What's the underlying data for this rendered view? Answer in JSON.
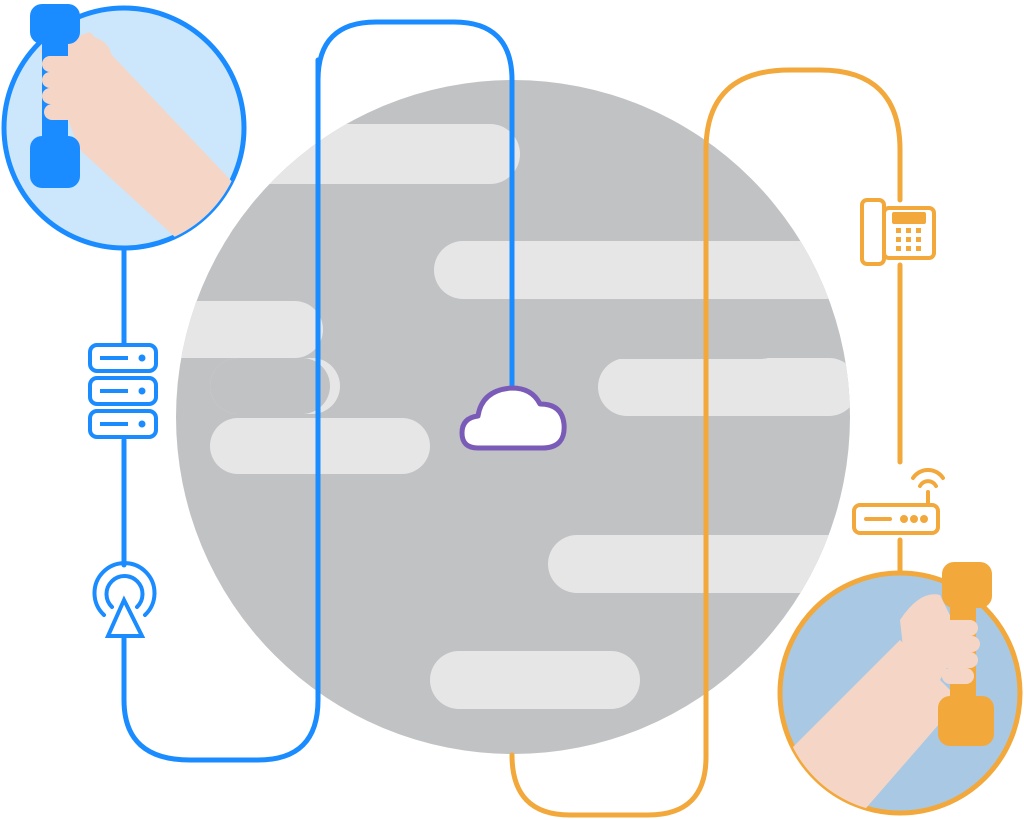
{
  "colors": {
    "background": "#ffffff",
    "globe": "#c1c2c4",
    "globe_stripes": "#e6e6e7",
    "blue": "#1a8cff",
    "blue_dark": "#2b7de9",
    "blue_light": "#cce6fb",
    "orange": "#f2a83b",
    "orange_light": "#a9c8e4",
    "purple": "#7a5cb8",
    "skin": "#f5d6c6"
  },
  "nodes": [
    {
      "id": "caller-left",
      "icon": "hand-holding-phone-icon"
    },
    {
      "id": "server-stack",
      "icon": "server-stack-icon"
    },
    {
      "id": "cell-tower",
      "icon": "cell-tower-icon"
    },
    {
      "id": "cloud",
      "icon": "cloud-icon"
    },
    {
      "id": "desk-phone",
      "icon": "desk-phone-icon"
    },
    {
      "id": "router",
      "icon": "wifi-router-icon"
    },
    {
      "id": "caller-right",
      "icon": "hand-holding-phone-icon"
    }
  ]
}
